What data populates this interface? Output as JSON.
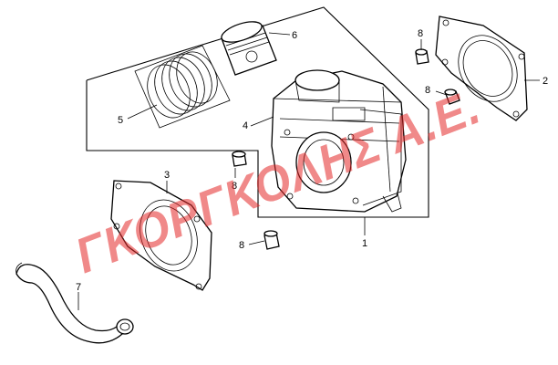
{
  "callouts": {
    "c1": "1",
    "c2": "2",
    "c3": "3",
    "c4": "4",
    "c5": "5",
    "c6": "6",
    "c7": "7",
    "c8a": "8",
    "c8b": "8",
    "c8c": "8",
    "c8d": "8"
  },
  "watermark": {
    "text": "ΓΚΟΡΓΚΟΛΗΣ Α.Ε.",
    "color": "#e42828"
  }
}
